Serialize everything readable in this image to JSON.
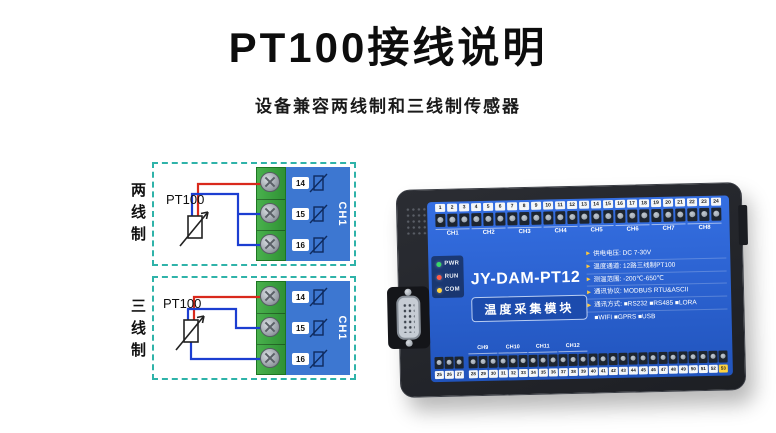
{
  "header": {
    "title": "PT100接线说明",
    "subtitle": "设备兼容两线制和三线制传感器"
  },
  "wire_colors": {
    "red": "#d9291c",
    "blue": "#1c3ed1"
  },
  "diagrams": [
    {
      "side_label": "两线制",
      "sensor": "PT100",
      "channel": "CH1",
      "terminals": [
        "14",
        "15",
        "16"
      ]
    },
    {
      "side_label": "三线制",
      "sensor": "PT100",
      "channel": "CH1",
      "terminals": [
        "14",
        "15",
        "16"
      ]
    }
  ],
  "device": {
    "model": "JY-DAM-PT12",
    "product_name": "温度采集模块",
    "leds": [
      {
        "label": "PWR",
        "color": "#38d968"
      },
      {
        "label": "RUN",
        "color": "#ff5a48"
      },
      {
        "label": "COM",
        "color": "#ffd23f"
      }
    ],
    "top_channels": [
      "CH1",
      "CH2",
      "CH3",
      "CH4",
      "CH5",
      "CH6",
      "CH7",
      "CH8"
    ],
    "top_terminals": [
      "1",
      "2",
      "3",
      "4",
      "5",
      "6",
      "7",
      "8",
      "9",
      "10",
      "11",
      "12",
      "13",
      "14",
      "15",
      "16",
      "17",
      "18",
      "19",
      "20",
      "21",
      "22",
      "23",
      "24"
    ],
    "bottom_channels": [
      "CH9",
      "CH10",
      "CH11",
      "CH12"
    ],
    "bottom_left_terminals": [
      "25",
      "26",
      "27"
    ],
    "bottom_terminals": [
      "28",
      "29",
      "30",
      "31",
      "32",
      "33",
      "34",
      "35",
      "36",
      "37",
      "38",
      "39",
      "40",
      "41",
      "42",
      "43",
      "44",
      "45",
      "46",
      "47",
      "48",
      "49",
      "50",
      "51",
      "52",
      "53"
    ],
    "specs": [
      {
        "label": "供电电压:",
        "value": "DC 7-30V"
      },
      {
        "label": "温度通道:",
        "value": "12路三线制PT100"
      },
      {
        "label": "测温范围:",
        "value": "-200℃-650℃"
      },
      {
        "label": "通讯协议:",
        "value": "MODBUS RTU&ASCII"
      },
      {
        "label": "通讯方式:",
        "value": "■RS232 ■RS485 ■LORA"
      },
      {
        "label": "",
        "value": "■WIFI ■GPRS ■USB"
      }
    ],
    "icons": {
      "spec_arrow": "▶"
    }
  }
}
